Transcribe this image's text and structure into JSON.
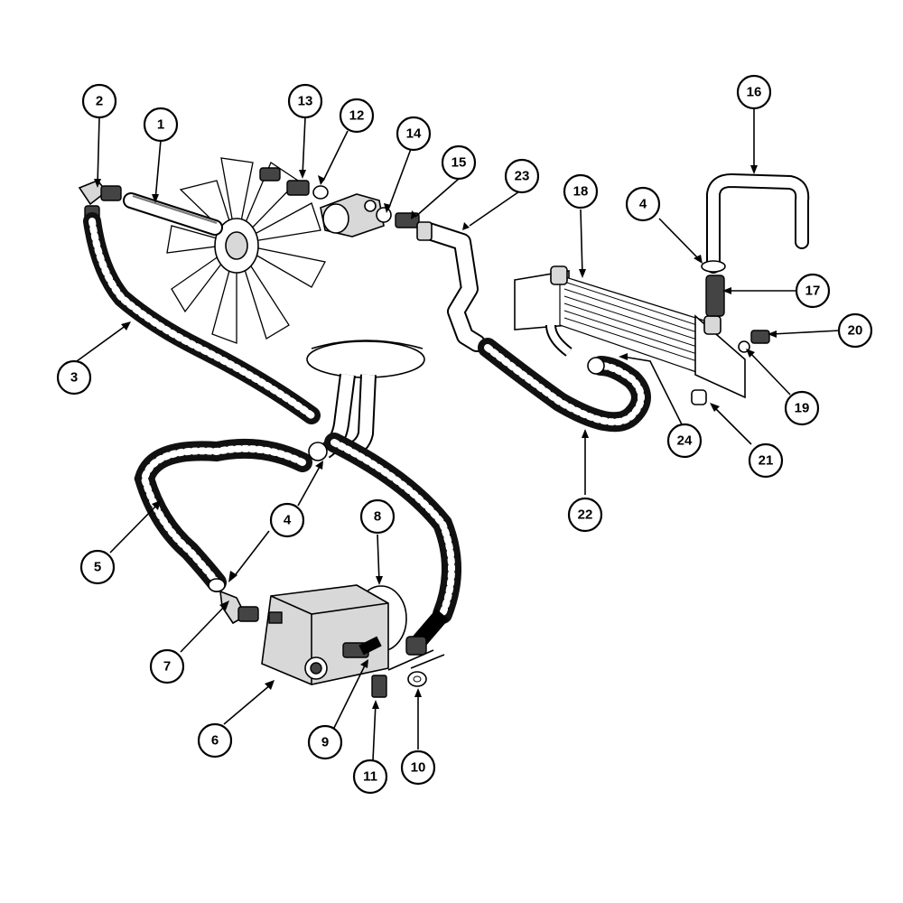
{
  "diagram": {
    "callouts": [
      "1",
      "2",
      "3",
      "4",
      "5",
      "6",
      "7",
      "8",
      "9",
      "10",
      "11",
      "12",
      "13",
      "14",
      "15",
      "16",
      "17",
      "18",
      "19",
      "20",
      "21",
      "22",
      "23",
      "24"
    ],
    "callout_4_second": "4",
    "parts": {
      "fan": "fan-icon",
      "pump": "hydraulic-pump-icon",
      "cooler": "oil-cooler-icon",
      "reservoir": "reservoir-icon"
    }
  }
}
